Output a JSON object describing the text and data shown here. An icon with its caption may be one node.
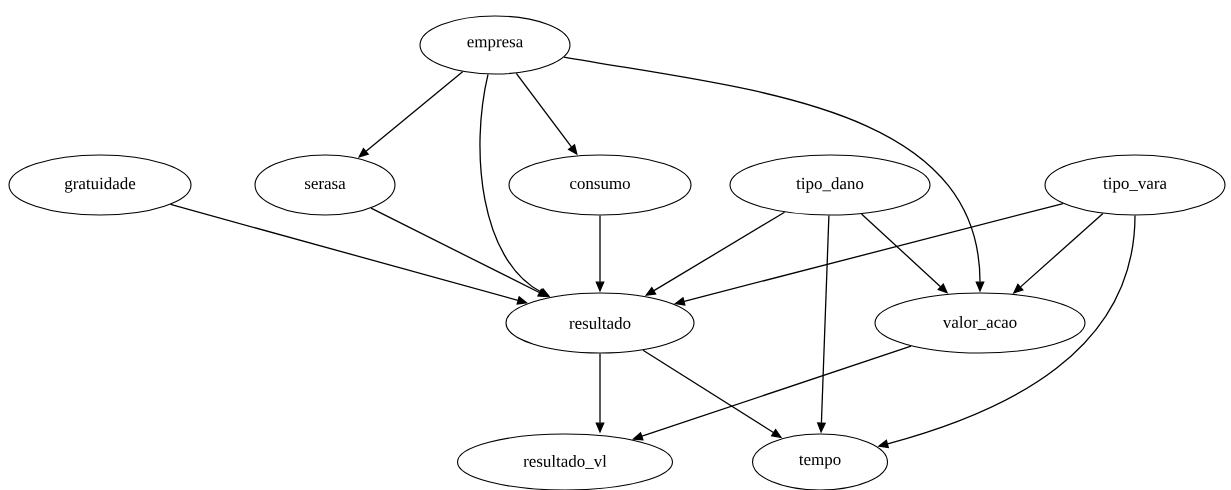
{
  "diagram": {
    "nodes": [
      {
        "text": [
          "empresa"
        ]
      },
      {
        "text": [
          "gratuidade"
        ]
      },
      {
        "text": [
          "serasa"
        ]
      },
      {
        "text": [
          "consumo"
        ]
      },
      {
        "text": [
          "tipo_dano"
        ]
      },
      {
        "text": [
          "tipo_vara"
        ]
      },
      {
        "text": [
          "resultado"
        ]
      },
      {
        "text": [
          "valor_acao"
        ]
      },
      {
        "text": [
          "resultado_vl"
        ]
      },
      {
        "text": [
          "tempo"
        ]
      }
    ],
    "edges": [
      {
        "from": 0,
        "to": 2,
        "arrow": "to"
      },
      {
        "from": 0,
        "to": 6,
        "arrow": "to"
      },
      {
        "from": 0,
        "to": 3,
        "arrow": "to"
      },
      {
        "from": 0,
        "to": 7,
        "arrow": "to"
      },
      {
        "from": 1,
        "to": 6,
        "arrow": "to"
      },
      {
        "from": 2,
        "to": 6,
        "arrow": "to"
      },
      {
        "from": 3,
        "to": 6,
        "arrow": "to"
      },
      {
        "from": 4,
        "to": 6,
        "arrow": "to"
      },
      {
        "from": 4,
        "to": 7,
        "arrow": "to"
      },
      {
        "from": 4,
        "to": 9,
        "arrow": "to"
      },
      {
        "from": 5,
        "to": 6,
        "arrow": "to"
      },
      {
        "from": 5,
        "to": 7,
        "arrow": "to"
      },
      {
        "from": 5,
        "to": 9,
        "arrow": "to"
      },
      {
        "from": 6,
        "to": 8,
        "arrow": "to"
      },
      {
        "from": 6,
        "to": 9,
        "arrow": "to"
      },
      {
        "from": 7,
        "to": 8,
        "arrow": "to"
      }
    ]
  }
}
